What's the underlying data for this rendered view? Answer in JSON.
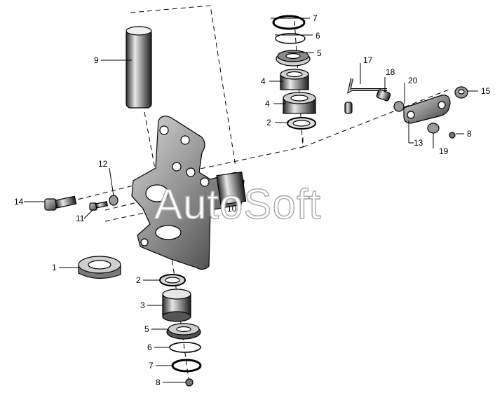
{
  "watermark": "AutoSoft",
  "callouts": [
    {
      "id": "c7-top",
      "text": "7"
    },
    {
      "id": "c6-top",
      "text": "6"
    },
    {
      "id": "c5-top",
      "text": "5"
    },
    {
      "id": "c4-upper",
      "text": "4"
    },
    {
      "id": "c4-lower",
      "text": "4"
    },
    {
      "id": "c2-top",
      "text": "2"
    },
    {
      "id": "c17",
      "text": "17"
    },
    {
      "id": "c18",
      "text": "18"
    },
    {
      "id": "c20",
      "text": "20"
    },
    {
      "id": "c15",
      "text": "15"
    },
    {
      "id": "c13",
      "text": "13"
    },
    {
      "id": "c19",
      "text": "19"
    },
    {
      "id": "c8-right",
      "text": "8"
    },
    {
      "id": "c9",
      "text": "9"
    },
    {
      "id": "c12",
      "text": "12"
    },
    {
      "id": "c14",
      "text": "14"
    },
    {
      "id": "c11",
      "text": "11"
    },
    {
      "id": "c10",
      "text": "10"
    },
    {
      "id": "c1",
      "text": "1"
    },
    {
      "id": "c2-bottom",
      "text": "2"
    },
    {
      "id": "c3",
      "text": "3"
    },
    {
      "id": "c5-bottom",
      "text": "5"
    },
    {
      "id": "c6-bottom",
      "text": "6"
    },
    {
      "id": "c7-bottom",
      "text": "7"
    },
    {
      "id": "c8-bottom",
      "text": "8"
    }
  ]
}
